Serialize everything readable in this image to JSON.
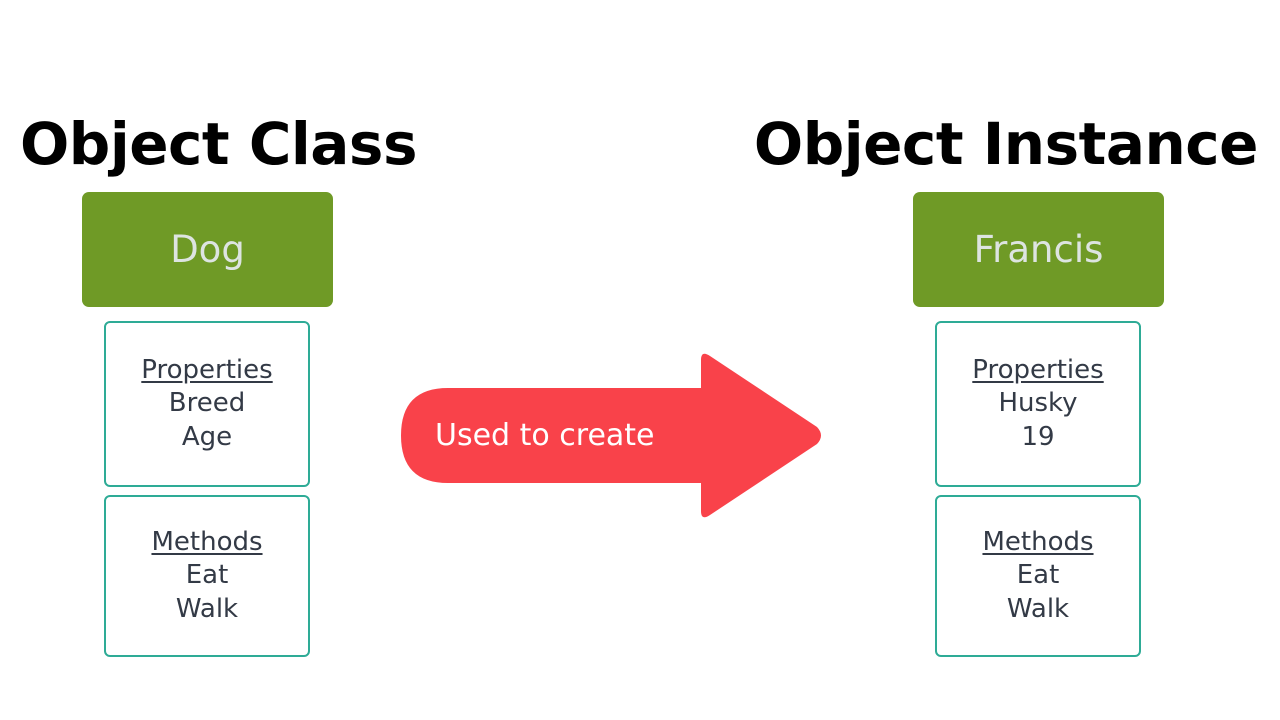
{
  "page": {
    "background": "#ffffff"
  },
  "colors": {
    "entity_header_bg": "#6f9a26",
    "entity_header_text": "#dde4e1",
    "member_border": "#2eab96",
    "member_text": "#333a46",
    "arrow_fill": "#f9424a",
    "arrow_text": "#ffffff",
    "heading_text": "#000000"
  },
  "left_panel": {
    "title": "Object Class",
    "entity_name": "Dog",
    "properties": {
      "heading": "Properties",
      "items": [
        "Breed",
        "Age"
      ]
    },
    "methods": {
      "heading": "Methods",
      "items": [
        "Eat",
        "Walk"
      ]
    }
  },
  "right_panel": {
    "title": "Object Instance",
    "entity_name": "Francis",
    "properties": {
      "heading": "Properties",
      "items": [
        "Husky",
        "19"
      ]
    },
    "methods": {
      "heading": "Methods",
      "items": [
        "Eat",
        "Walk"
      ]
    }
  },
  "arrow": {
    "label": "Used to create",
    "direction": "right"
  }
}
